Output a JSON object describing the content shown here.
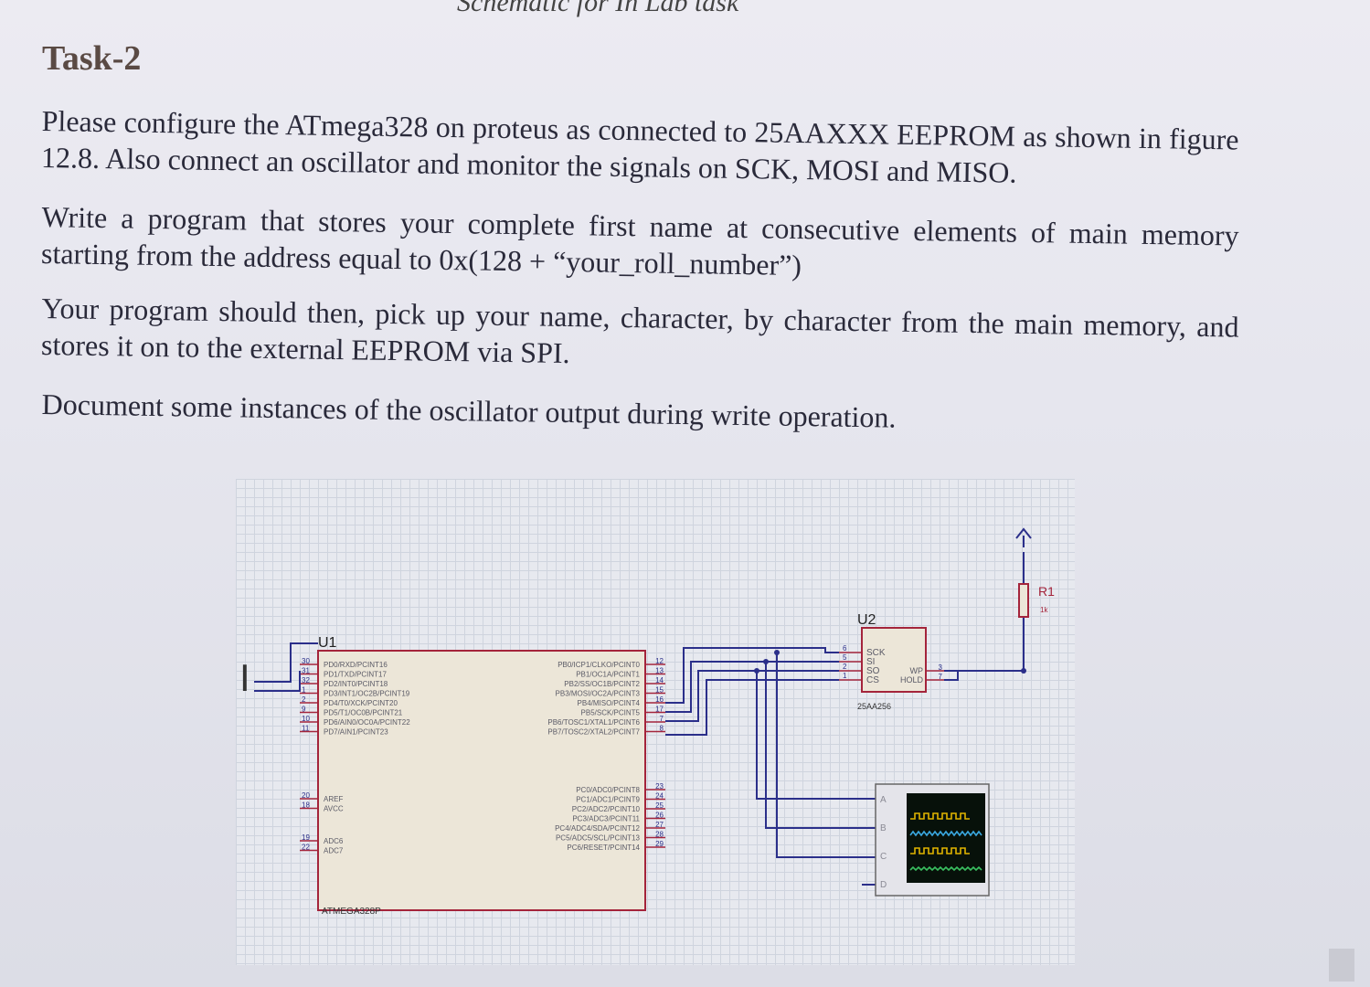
{
  "document": {
    "figure_caption": "Schematic for In Lab task",
    "title": "Task-2",
    "paragraphs": [
      "Please configure the ATmega328 on proteus as connected to 25AAXXX EEPROM as shown in figure 12.8. Also connect an oscillator and monitor the signals on SCK, MOSI and MISO.",
      "Write a program that stores your complete first name at consecutive elements of main memory starting from the address equal to 0x(128 + “your_roll_number”)",
      "Your program should then, pick up your name, character, by character from the main memory, and stores it on to the external EEPROM via SPI.",
      "Document some instances of the oscillator output during write operation."
    ]
  },
  "schematic": {
    "mcu": {
      "ref": "U1",
      "part": "ATMEGA328P",
      "left_pins": [
        {
          "num": "30",
          "name": "PD0/RXD/PCINT16"
        },
        {
          "num": "31",
          "name": "PD1/TXD/PCINT17"
        },
        {
          "num": "32",
          "name": "PD2/INT0/PCINT18"
        },
        {
          "num": "1",
          "name": "PD3/INT1/OC2B/PCINT19"
        },
        {
          "num": "2",
          "name": "PD4/T0/XCK/PCINT20"
        },
        {
          "num": "9",
          "name": "PD5/T1/OC0B/PCINT21"
        },
        {
          "num": "10",
          "name": "PD6/AIN0/OC0A/PCINT22"
        },
        {
          "num": "11",
          "name": "PD7/AIN1/PCINT23"
        },
        {
          "num": "20",
          "name": "AREF"
        },
        {
          "num": "18",
          "name": "AVCC"
        },
        {
          "num": "19",
          "name": "ADC6"
        },
        {
          "num": "22",
          "name": "ADC7"
        }
      ],
      "right_pins": [
        {
          "num": "12",
          "name": "PB0/ICP1/CLKO/PCINT0"
        },
        {
          "num": "13",
          "name": "PB1/OC1A/PCINT1"
        },
        {
          "num": "14",
          "name": "PB2/SS/OC1B/PCINT2"
        },
        {
          "num": "15",
          "name": "PB3/MOSI/OC2A/PCINT3"
        },
        {
          "num": "16",
          "name": "PB4/MISO/PCINT4"
        },
        {
          "num": "17",
          "name": "PB5/SCK/PCINT5"
        },
        {
          "num": "7",
          "name": "PB6/TOSC1/XTAL1/PCINT6"
        },
        {
          "num": "8",
          "name": "PB7/TOSC2/XTAL2/PCINT7"
        },
        {
          "num": "23",
          "name": "PC0/ADC0/PCINT8"
        },
        {
          "num": "24",
          "name": "PC1/ADC1/PCINT9"
        },
        {
          "num": "25",
          "name": "PC2/ADC2/PCINT10"
        },
        {
          "num": "26",
          "name": "PC3/ADC3/PCINT11"
        },
        {
          "num": "27",
          "name": "PC4/ADC4/SDA/PCINT12"
        },
        {
          "num": "28",
          "name": "PC5/ADC5/SCL/PCINT13"
        },
        {
          "num": "29",
          "name": "PC6/RESET/PCINT14"
        }
      ]
    },
    "eeprom": {
      "ref": "U2",
      "part": "25AA256",
      "left_pins": [
        {
          "num": "6",
          "name": "SCK"
        },
        {
          "num": "5",
          "name": "SI"
        },
        {
          "num": "2",
          "name": "SO"
        },
        {
          "num": "1",
          "name": "CS"
        }
      ],
      "right_pins": [
        {
          "num": "3",
          "name": "WP"
        },
        {
          "num": "7",
          "name": "HOLD"
        }
      ]
    },
    "resistor": {
      "ref": "R1",
      "value": "1k"
    },
    "oscilloscope": {
      "channels": [
        "A",
        "B",
        "C",
        "D"
      ]
    },
    "colors": {
      "wire": "#2b2f8a",
      "component_border": "#a4243b",
      "component_fill": "#ece6d8",
      "grid": "#cfd4de",
      "trace_a": "#e0b400",
      "trace_b": "#3aa8e0",
      "trace_c": "#e0b400",
      "trace_d": "#3ac060",
      "scope_screen": "#07110a"
    }
  }
}
